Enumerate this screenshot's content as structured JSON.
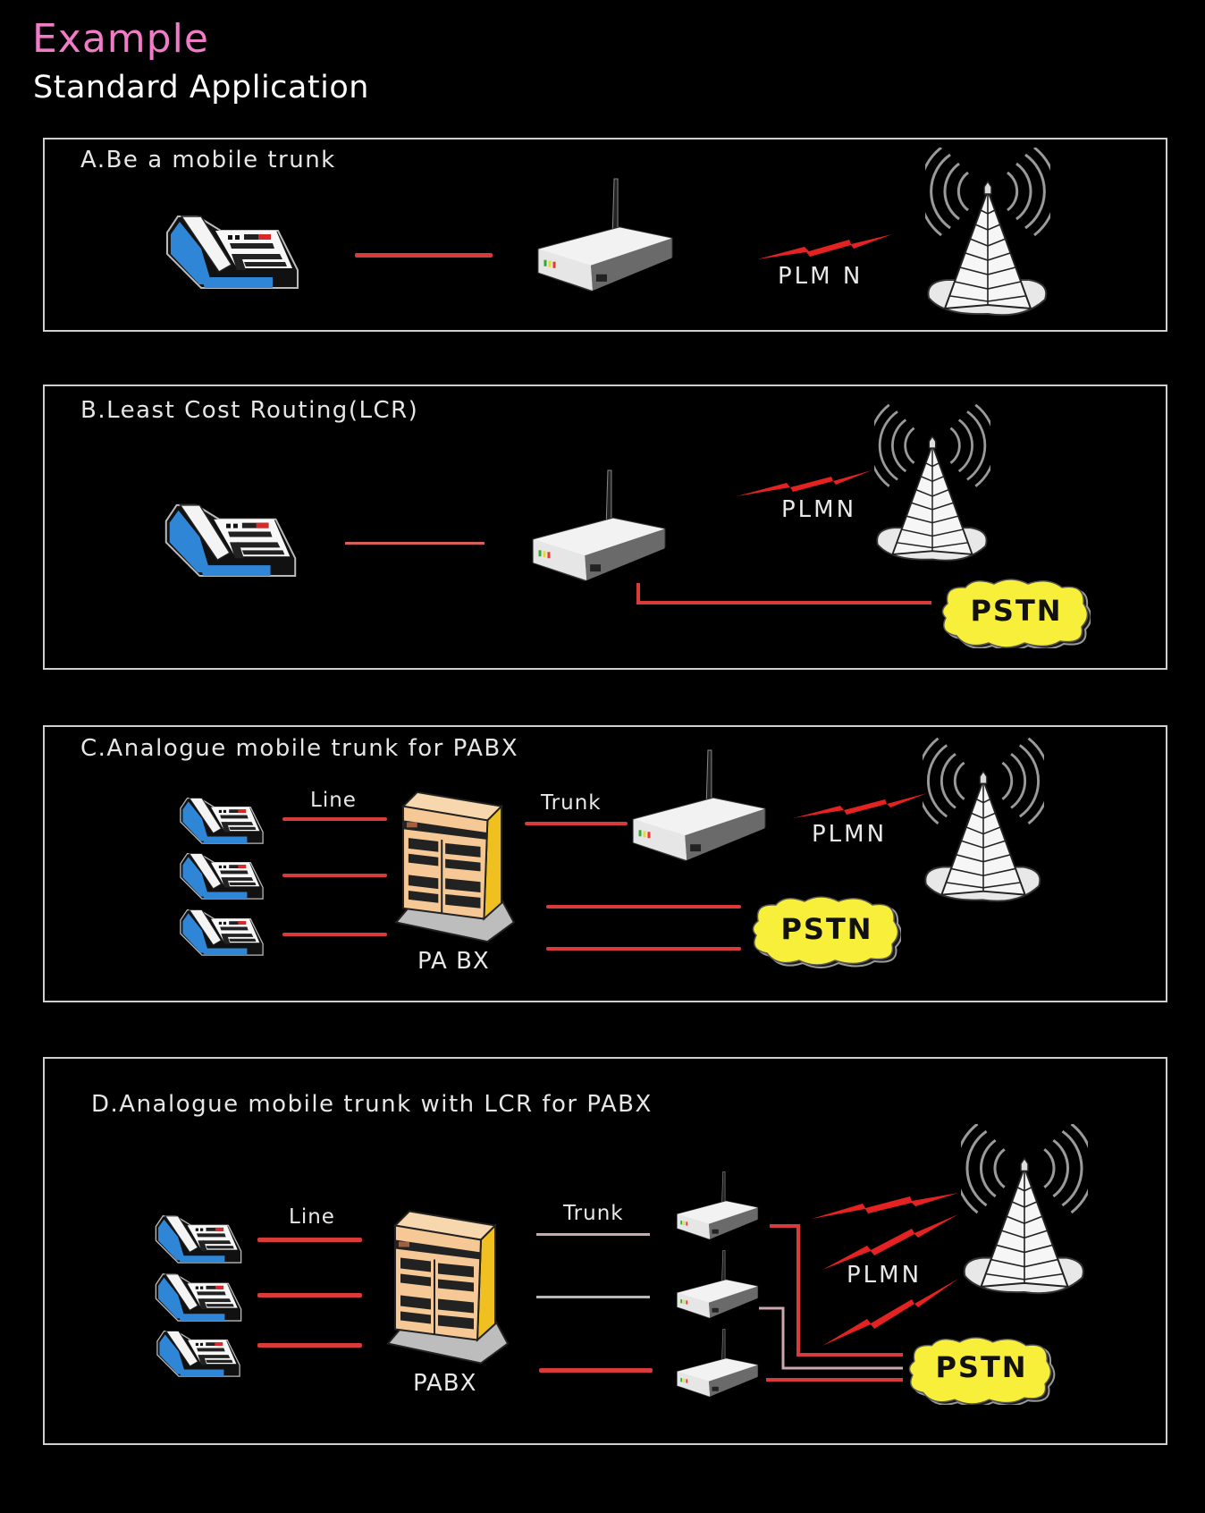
{
  "header": {
    "title": "Example",
    "subtitle": "Standard Application"
  },
  "colors": {
    "title_pink": "#f07cc8",
    "line_red": "#d93a3a",
    "line_grey": "#c9a8b0",
    "phone_blue": "#2f86d6",
    "pstn_yellow": "#f7ef3a",
    "pabx_peach": "#f5c895",
    "pabx_side_yellow": "#f0c020"
  },
  "panels": [
    {
      "id": "A",
      "title": "A.Be a mobile trunk",
      "labels": {
        "plmn": "PLM N"
      },
      "nodes": [
        "phone",
        "gateway",
        "plmn-tower"
      ]
    },
    {
      "id": "B",
      "title": "B.Least Cost Routing(LCR)",
      "labels": {
        "plmn": "PLMN",
        "pstn": "PSTN"
      },
      "nodes": [
        "phone",
        "gateway",
        "plmn-tower",
        "pstn-cloud"
      ]
    },
    {
      "id": "C",
      "title": "C.Analogue  mobile trunk  for  PABX",
      "labels": {
        "line": "Line",
        "trunk": "Trunk",
        "pabx": "PA BX",
        "plmn": "PLMN",
        "pstn": "PSTN"
      },
      "nodes": [
        "phone",
        "phone",
        "phone",
        "pabx",
        "gateway",
        "plmn-tower",
        "pstn-cloud"
      ]
    },
    {
      "id": "D",
      "title": "D.Analogue  mobile  trunk  with  LCR  for  PABX",
      "labels": {
        "line": "Line",
        "trunk": "Trunk",
        "pabx": "PABX",
        "plmn": "PLMN",
        "pstn": "PSTN"
      },
      "nodes": [
        "phone",
        "phone",
        "phone",
        "pabx",
        "gateway",
        "gateway",
        "gateway",
        "plmn-tower",
        "pstn-cloud"
      ]
    }
  ]
}
